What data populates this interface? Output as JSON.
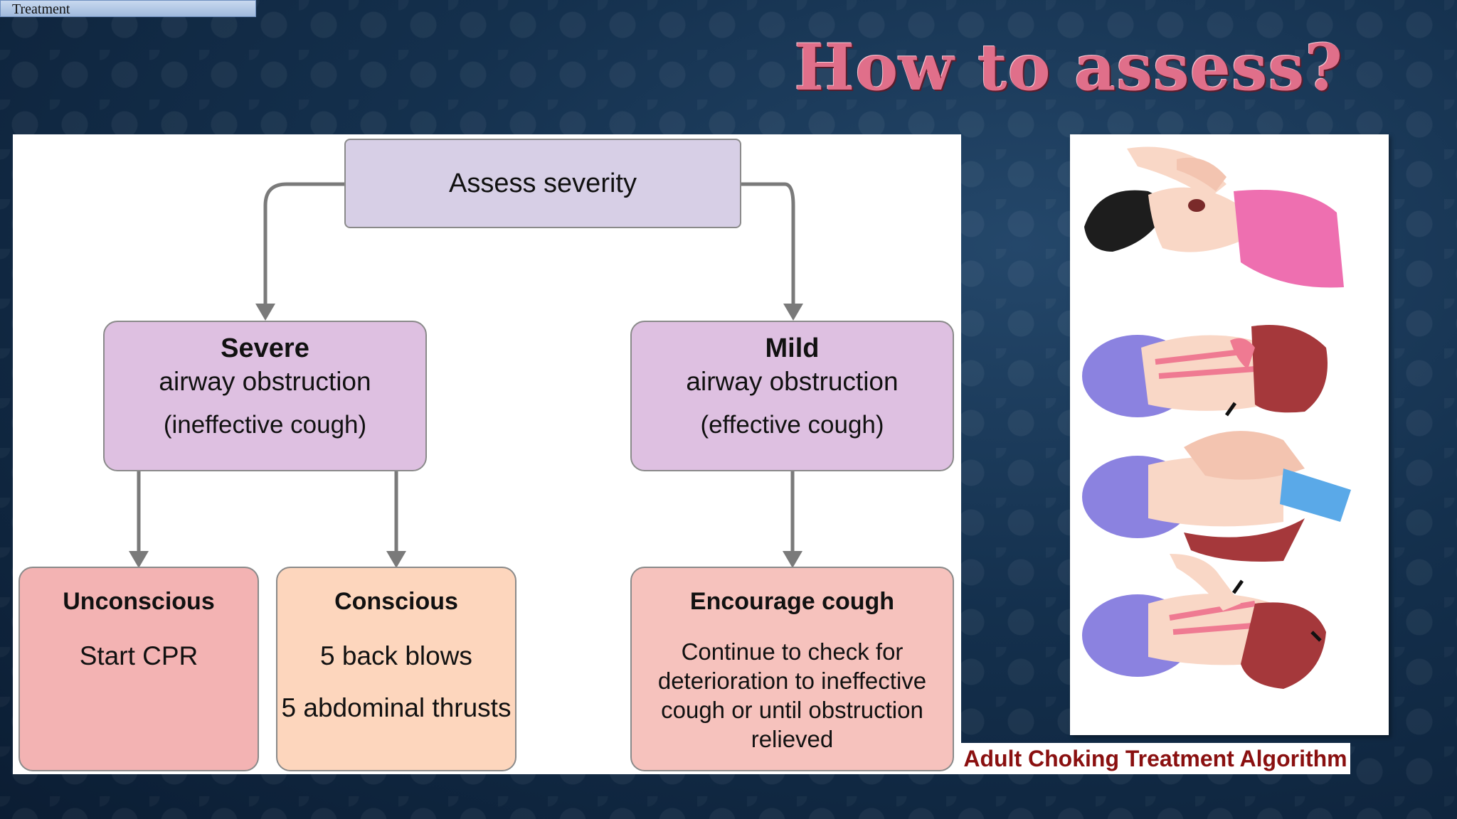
{
  "tab": {
    "label": "Treatment"
  },
  "title": "How to assess?",
  "diagram": {
    "root": "Assess severity",
    "severe": {
      "head": "Severe",
      "sub": "airway obstruction",
      "note": "(ineffective cough)"
    },
    "mild": {
      "head": "Mild",
      "sub": "airway obstruction",
      "note": "(effective cough)"
    },
    "unconscious": {
      "head": "Unconscious",
      "line": "Start CPR"
    },
    "conscious": {
      "head": "Conscious",
      "line1": "5 back blows",
      "line2": "5 abdominal thrusts"
    },
    "encourage": {
      "head": "Encourage cough",
      "text": "Continue to check for deterioration to ineffective cough or until obstruction relieved"
    }
  },
  "caption": "Adult Choking Treatment Algorithm",
  "colors": {
    "root_fill": "#d7cfe6",
    "mid_fill": "#dec0e1",
    "unconscious_fill": "#f3b3b3",
    "conscious_fill": "#fdd6bd",
    "encourage_fill": "#f6c2bd",
    "arrow": "#7a7a7a",
    "title": "#e06f8a",
    "caption": "#8a1010"
  }
}
